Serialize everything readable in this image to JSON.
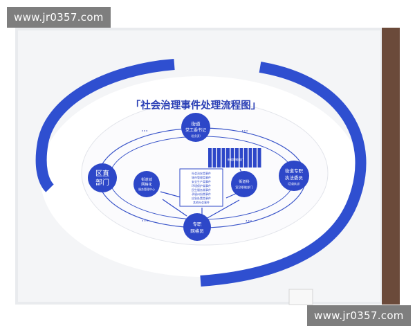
{
  "watermark": {
    "top": "www.jr0357.com",
    "bottom": "www.jr0357.com"
  },
  "diagram": {
    "title": "「社会治理事件处理流程图」",
    "nodes": {
      "party_secretary": [
        "街道",
        "党工委书记",
        "（总负责）"
      ],
      "district_dept": [
        "区直",
        "部门"
      ],
      "grid_center": [
        "街道城",
        "网格化",
        "服务管理中心"
      ],
      "town_section": [
        "街道科",
        "室及职能部门"
      ],
      "law_enforcement": [
        "街道专职",
        "执法委员",
        "（区级执法）"
      ],
      "grid_worker": [
        "专职",
        "网格员"
      ]
    },
    "event_list": [
      "社会治安类事件",
      "城市管理类事件",
      "安全生产类事件",
      "环境保护类事件",
      "民生服务类事件",
      "矛盾纠纷类事件",
      "应急处置类事件",
      "其他社会事件"
    ],
    "grid_bar_label": "街道职能部门"
  },
  "colors": {
    "accent": "#2f4fd0",
    "node": "#2d47c8",
    "board": "#f4f5f7",
    "wall": "#6b4a3a"
  }
}
